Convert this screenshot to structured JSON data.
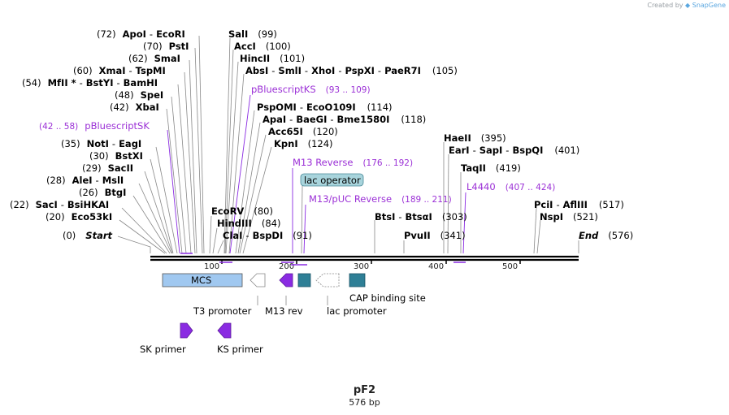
{
  "credit": {
    "prefix": "Created by",
    "brand": "SnapGene"
  },
  "map": {
    "title": "pF2",
    "size": "576 bp"
  },
  "ruler": [
    "100",
    "200",
    "300",
    "400",
    "500"
  ],
  "colors": {
    "primer": "#8a2be2",
    "feature_blue": "#a0c8f0",
    "feature_teal": "#2e7f96",
    "operator": "#a8d4dc"
  },
  "sites": [
    {
      "pos": "(72)",
      "names": [
        "ApoI",
        "EcoRI"
      ]
    },
    {
      "pos": "(70)",
      "names": [
        "PstI"
      ]
    },
    {
      "pos": "(62)",
      "names": [
        "SmaI"
      ]
    },
    {
      "pos": "(60)",
      "names": [
        "XmaI",
        "TspMI"
      ]
    },
    {
      "pos": "(54)",
      "names": [
        "MfII *",
        "BstYI",
        "BamHI"
      ]
    },
    {
      "pos": "(48)",
      "names": [
        "SpeI"
      ]
    },
    {
      "pos": "(42)",
      "names": [
        "XbaI"
      ]
    },
    {
      "pos": "(35)",
      "names": [
        "NotI",
        "EagI"
      ]
    },
    {
      "pos": "(30)",
      "names": [
        "BstXI"
      ]
    },
    {
      "pos": "(29)",
      "names": [
        "SacII"
      ]
    },
    {
      "pos": "(28)",
      "names": [
        "AleI",
        "MslI"
      ]
    },
    {
      "pos": "(26)",
      "names": [
        "BtgI"
      ]
    },
    {
      "pos": "(22)",
      "names": [
        "SacI",
        "BsiHKAI"
      ]
    },
    {
      "pos": "(20)",
      "names": [
        "Eco53kI"
      ]
    },
    {
      "pos": "(0)",
      "names": [
        "Start"
      ]
    },
    {
      "pos": "(99)",
      "names": [
        "SalI"
      ]
    },
    {
      "pos": "(100)",
      "names": [
        "AccI"
      ]
    },
    {
      "pos": "(101)",
      "names": [
        "HincII"
      ]
    },
    {
      "pos": "(105)",
      "names": [
        "AbsI",
        "SmlI",
        "XhoI",
        "PspXI",
        "PaeR7I"
      ]
    },
    {
      "pos": "(114)",
      "names": [
        "PspOMI",
        "EcoO109I"
      ]
    },
    {
      "pos": "(118)",
      "names": [
        "ApaI",
        "BaeGI",
        "Bme1580I"
      ]
    },
    {
      "pos": "(120)",
      "names": [
        "Acc65I"
      ]
    },
    {
      "pos": "(124)",
      "names": [
        "KpnI"
      ]
    },
    {
      "pos": "(80)",
      "names": [
        "EcoRV"
      ]
    },
    {
      "pos": "(84)",
      "names": [
        "HindIII"
      ]
    },
    {
      "pos": "(91)",
      "names": [
        "ClaI",
        "BspDI"
      ]
    },
    {
      "pos": "(303)",
      "names": [
        "BtsI",
        "BtsαI"
      ]
    },
    {
      "pos": "(341)",
      "names": [
        "PvuII"
      ]
    },
    {
      "pos": "(395)",
      "names": [
        "HaeII"
      ]
    },
    {
      "pos": "(401)",
      "names": [
        "EarI",
        "SapI",
        "BspQI"
      ]
    },
    {
      "pos": "(419)",
      "names": [
        "TaqII"
      ]
    },
    {
      "pos": "(517)",
      "names": [
        "PciI",
        "AflIII"
      ]
    },
    {
      "pos": "(521)",
      "names": [
        "NspI"
      ]
    },
    {
      "pos": "(576)",
      "names": [
        "End"
      ]
    }
  ],
  "primer_labels": [
    {
      "name": "pBluescriptKS",
      "range": "(93 .. 109)"
    },
    {
      "name": "pBluescriptSK",
      "range": "(42 .. 58)"
    },
    {
      "name": "M13 Reverse",
      "range": "(176 .. 192)"
    },
    {
      "name": "M13/pUC Reverse",
      "range": "(189 .. 211)"
    },
    {
      "name": "L4440",
      "range": "(407 .. 424)"
    }
  ],
  "lac_operator": "lac operator",
  "features": {
    "mcs": "MCS",
    "t3_promoter": "T3 promoter",
    "m13_rev": "M13 rev",
    "lac_promoter": "lac promoter",
    "cap_site": "CAP binding site",
    "sk_primer": "SK primer",
    "ks_primer": "KS primer"
  }
}
